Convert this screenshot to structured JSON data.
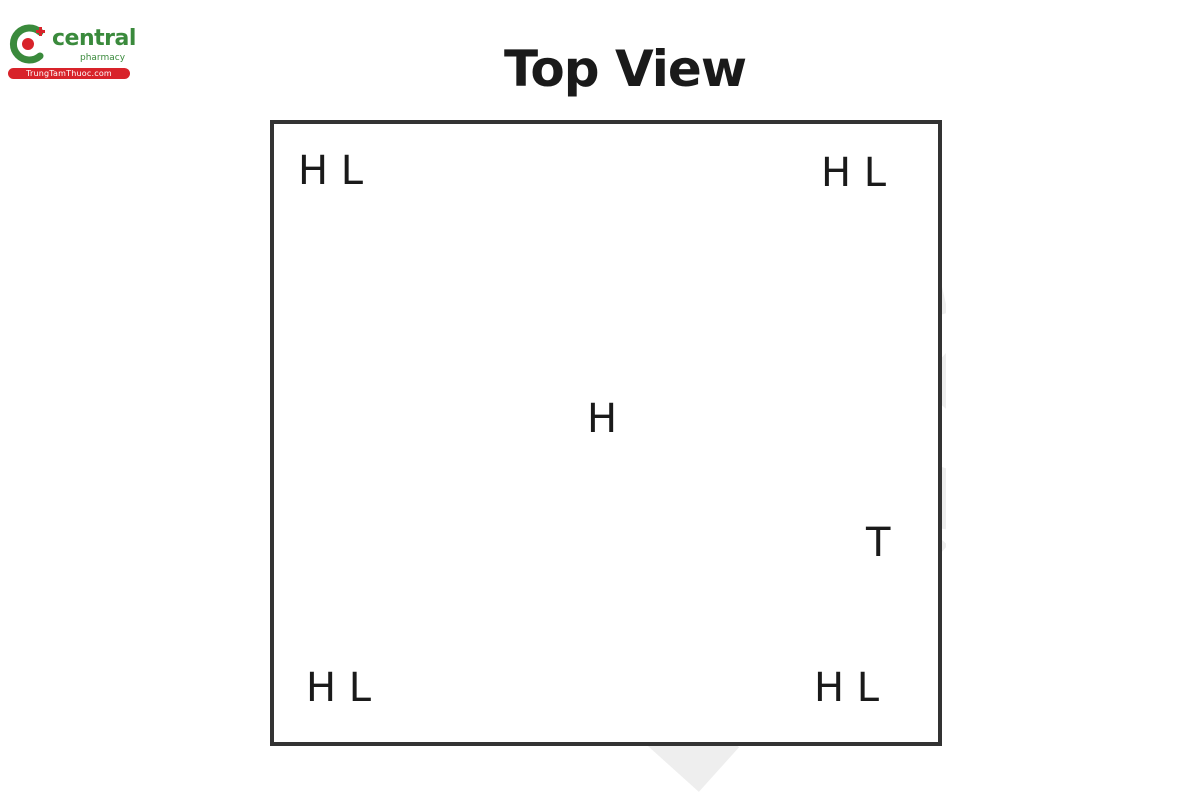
{
  "logo": {
    "brand": "central",
    "sub": "pharmacy",
    "url_text": "TrungTamThuoc.com",
    "colors": {
      "green": "#3a8a3c",
      "red": "#d8232a"
    }
  },
  "title": "Top View",
  "watermark": {
    "text": "FIG",
    "color": "#eeeeee"
  },
  "diagram": {
    "labels": {
      "top_left": "H L",
      "top_right": "H L",
      "center": "H",
      "right_middle": "T",
      "bottom_left": "H L",
      "bottom_right": "H L"
    },
    "border_color": "#333333"
  }
}
